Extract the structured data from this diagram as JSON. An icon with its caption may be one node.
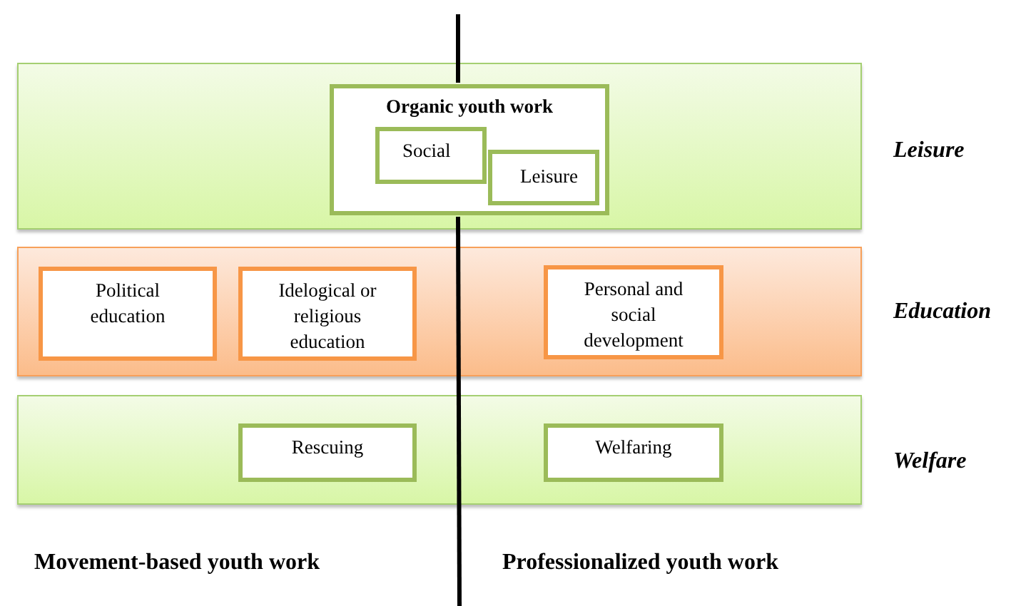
{
  "diagram": {
    "nodes": [
      {
        "text": [],
        "shape": "band",
        "beside": [
          "Leisure"
        ]
      },
      {
        "text": [
          "Organic youth work"
        ],
        "in": 0
      },
      {
        "text": [
          "Social"
        ],
        "in": 1
      },
      {
        "text": [
          "Leisure"
        ],
        "in": 1
      },
      {
        "text": [],
        "shape": "band",
        "beside": [
          "Education"
        ]
      },
      {
        "text": [
          "Political education"
        ],
        "in": 4
      },
      {
        "text": [
          "Idelogical or religious education"
        ],
        "in": 4
      },
      {
        "text": [
          "Personal and social development"
        ],
        "in": 4
      },
      {
        "text": [],
        "shape": "band",
        "beside": [
          "Welfare"
        ]
      },
      {
        "text": [
          "Rescuing"
        ],
        "in": 8
      },
      {
        "text": [
          "Welfaring"
        ],
        "in": 8
      }
    ],
    "edges": [],
    "labels": [
      "Movement-based youth work",
      "Professionalized youth work"
    ]
  }
}
